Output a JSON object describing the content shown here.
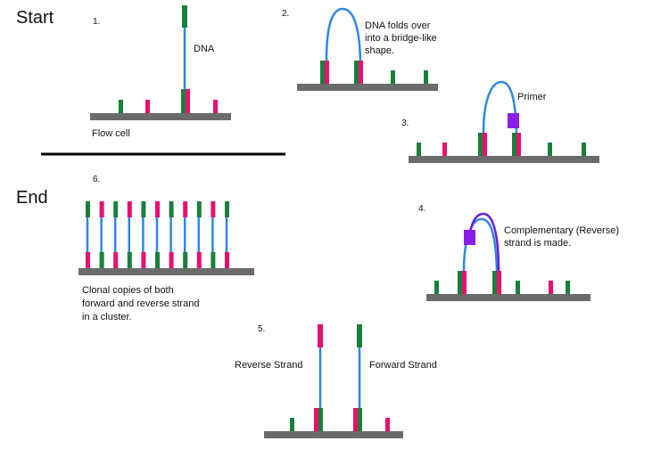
{
  "labels": {
    "start": "Start",
    "end": "End",
    "dna": "DNA",
    "flow_cell": "Flow cell",
    "step2_line1": "DNA folds over",
    "step2_line2": "into a bridge-like",
    "step2_line3": "shape.",
    "primer": "Primer",
    "step4_line1": "Complementary (Reverse)",
    "step4_line2": "strand is made.",
    "reverse_strand": "Reverse Strand",
    "forward_strand": "Forward Strand",
    "step6_line1": "Clonal copies of both",
    "step6_line2": "forward and reverse strand",
    "step6_line3": "in a cluster."
  },
  "step_numbers": [
    "1.",
    "2.",
    "3.",
    "4.",
    "5.",
    "6."
  ],
  "colors": {
    "flow_cell": "#6b6b6b",
    "green_adapter": "#1a7f3c",
    "pink_adapter": "#e8106e",
    "dna_strand": "#2f86e6",
    "complement_strand": "#6a1ee0",
    "primer": "#8a1ee8",
    "divider": "#000000"
  },
  "cluster_copies": 11
}
